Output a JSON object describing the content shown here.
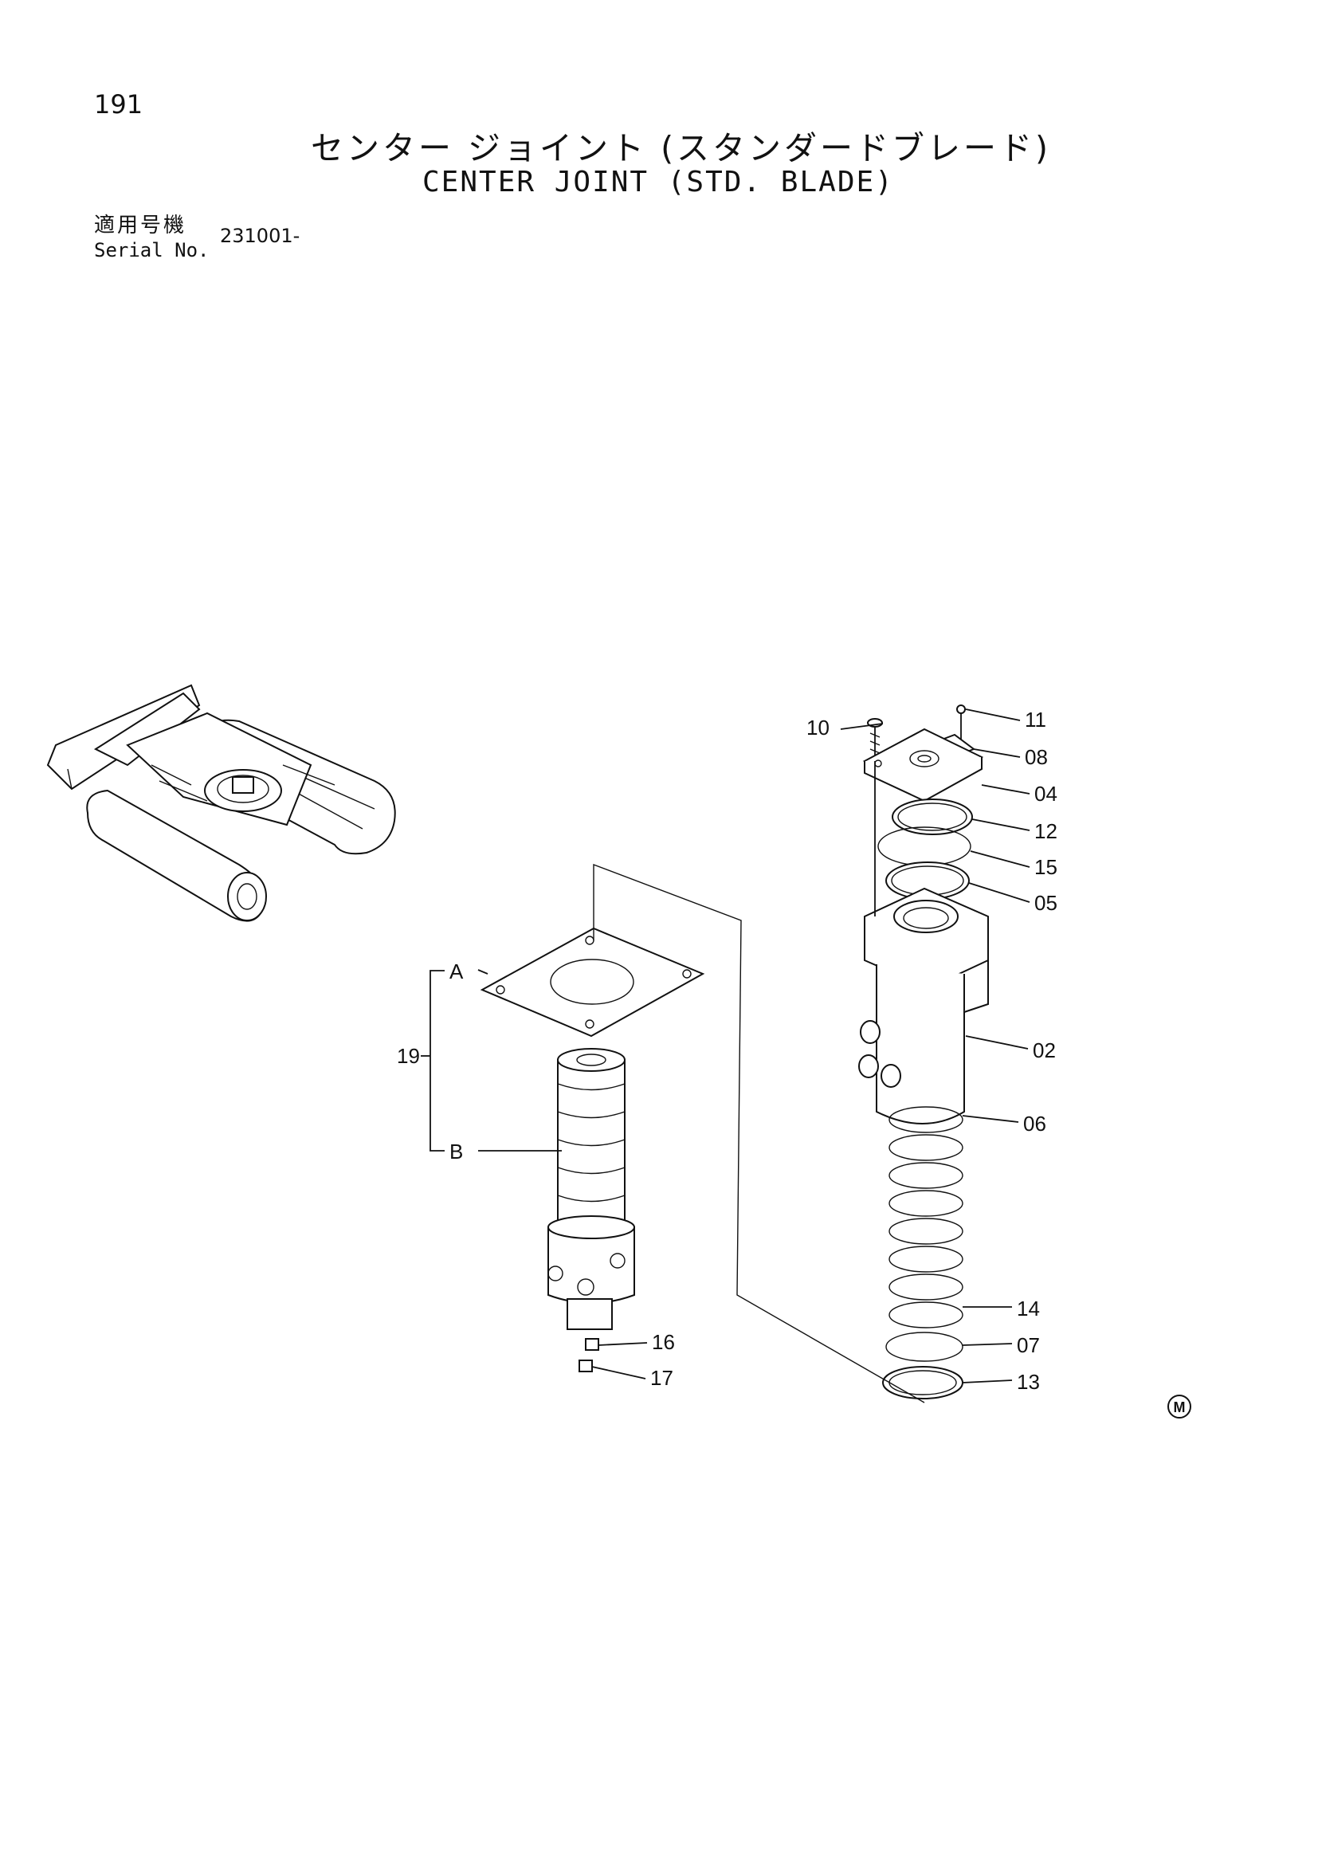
{
  "header": {
    "page_number": "191",
    "title_ja": "センター ジョイント (スタンダードブレード)",
    "title_en": "CENTER JOINT (STD. BLADE)",
    "serial_label_ja": "適用号機",
    "serial_label_en": "Serial No.",
    "serial_value": "231001-"
  },
  "callouts": {
    "p02": "02",
    "p04": "04",
    "p05": "05",
    "p06": "06",
    "p07": "07",
    "p08": "08",
    "p10": "10",
    "p11": "11",
    "p12": "12",
    "p13": "13",
    "p14": "14",
    "p15": "15",
    "p16": "16",
    "p17": "17",
    "p19": "19",
    "a": "A",
    "b": "B"
  },
  "symbols": {
    "mark": "M"
  }
}
